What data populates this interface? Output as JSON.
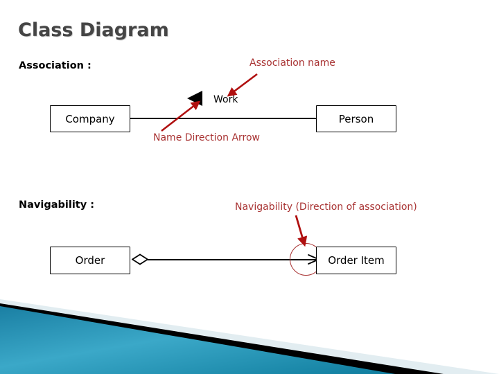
{
  "slide": {
    "title": "Class Diagram",
    "background_color": "#ffffff"
  },
  "colors": {
    "title": "#454545",
    "annotation_red": "#a83232",
    "arrow_red": "#b01010",
    "line_black": "#000000",
    "deco_teal": "#1f93b8",
    "deco_light": "#dfeaee",
    "deco_black": "#000000"
  },
  "sections": {
    "association": {
      "label": "Association :",
      "annotations": {
        "association_name": "Association name",
        "name_direction_arrow": "Name Direction Arrow"
      },
      "diagram": {
        "left_class": "Company",
        "right_class": "Person",
        "association_name": "Work",
        "name_direction_triangle": "solid-left-triangle-icon"
      }
    },
    "navigability": {
      "label": "Navigability :",
      "annotations": {
        "navigability_note": "Navigability (Direction of association)"
      },
      "diagram": {
        "left_class": "Order",
        "right_class": "Order Item",
        "aggregation_symbol": "hollow-diamond-icon",
        "navigability_symbol": "open-arrowhead-icon"
      }
    }
  },
  "decoration": {
    "name": "slide-corner-bands",
    "bands": [
      "light-blue-band",
      "black-wedge",
      "teal-triangle"
    ]
  }
}
